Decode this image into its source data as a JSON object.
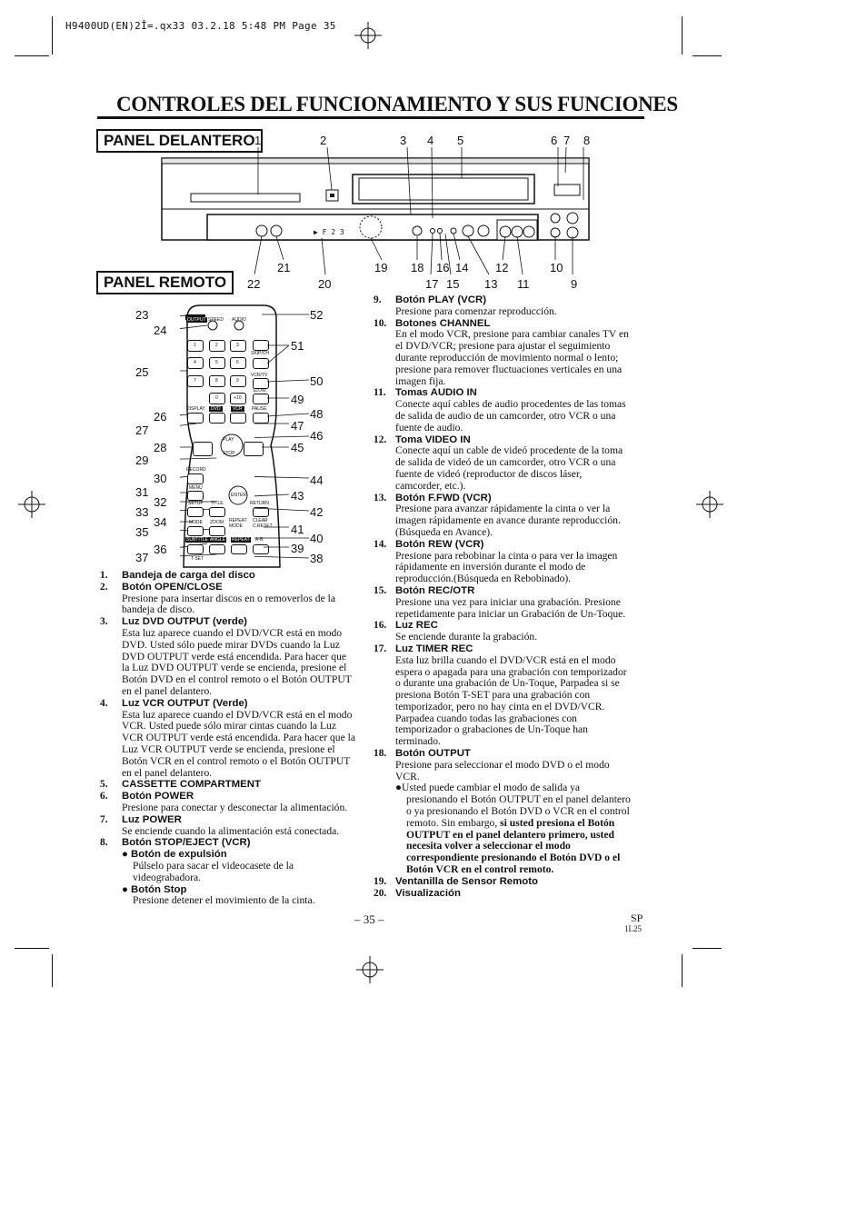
{
  "header": {
    "file_line": "H9400UD(EN)2Î=.qx33  03.2.18 5:48 PM  Page 35"
  },
  "title": "CONTROLES DEL FUNCIONAMIENTO Y SUS FUNCIONES",
  "sections": {
    "front": "PANEL DELANTERO",
    "remote": "PANEL REMOTO"
  },
  "front_callouts_top": [
    "1",
    "2",
    "3",
    "4",
    "5",
    "6",
    "7",
    "8"
  ],
  "front_callouts_bottom": [
    "22",
    "21",
    "20",
    "19",
    "18",
    "17",
    "16",
    "15",
    "14",
    "13",
    "12",
    "11",
    "10",
    "9"
  ],
  "remote_callouts_left": [
    "23",
    "24",
    "25",
    "26",
    "27",
    "28",
    "29",
    "30",
    "31",
    "32",
    "33",
    "34",
    "35",
    "36",
    "37"
  ],
  "remote_callouts_right": [
    "52",
    "51",
    "50",
    "49",
    "48",
    "47",
    "46",
    "45",
    "44",
    "43",
    "42",
    "41",
    "40",
    "39",
    "38"
  ],
  "remote_labels": {
    "output": "OUTPUT",
    "speed": "SPEED",
    "audio": "AUDIO",
    "skip": "SKIP/CH",
    "vcrtv": "VCR/TV",
    "slow": "SLOW",
    "plus10": "+10",
    "display": "DISPLAY",
    "dvd": "DVD",
    "vcr": "VCR",
    "pause": "PAUSE",
    "play": "PLAY",
    "stop": "STOP",
    "record": "RECORD",
    "menu": "MENU",
    "enter": "ENTER",
    "setup": "SETUP",
    "title": "TITLE",
    "return": "RETURN",
    "mode": "MODE",
    "zoom": "ZOOM",
    "repeat": "REPEAT MODE",
    "clear": "CLEAR C.RESET",
    "subtitle": "SUBTITLE",
    "angle": "ANGLE",
    "repeat2": "REPEAT",
    "ab": "A-B",
    "tset": "T-SET",
    "keys": [
      "1",
      "2",
      "3",
      "4",
      "5",
      "6",
      "7",
      "8",
      "9",
      "0"
    ]
  },
  "left_items": [
    {
      "n": "1.",
      "h": "Bandeja de carga del disco",
      "b": []
    },
    {
      "n": "2.",
      "h": "Botón OPEN/CLOSE",
      "b": [
        "Presione para insertar discos en o removerlos de la",
        "bandeja de disco."
      ]
    },
    {
      "n": "3.",
      "h": "Luz DVD OUTPUT (verde)",
      "b": [
        "Esta luz aparece cuando el DVD/VCR está en modo",
        "DVD. Usted sólo puede mirar DVDs cuando la Luz",
        "DVD OUTPUT verde está encendida. Para hacer que",
        "la Luz DVD OUTPUT verde se encienda, presione el",
        "Botón DVD en el control remoto o el Botón OUTPUT",
        "en el panel delantero."
      ]
    },
    {
      "n": "4.",
      "h": "Luz VCR OUTPUT (Verde)",
      "b": [
        "Esta luz aparece cuando el DVD/VCR está en el modo",
        "VCR. Usted puede sólo mirar cintas cuando la Luz",
        "VCR OUTPUT verde está encendida. Para hacer que la",
        "Luz VCR OUTPUT verde se encienda, presione el",
        "Botón VCR en el control remoto o el Botón OUTPUT",
        "en el panel delantero."
      ]
    },
    {
      "n": "5.",
      "h": "CASSETTE COMPARTMENT",
      "b": []
    },
    {
      "n": "6.",
      "h": "Botón POWER",
      "b": [
        "Presione para conectar y desconectar la alimentación."
      ]
    },
    {
      "n": "7.",
      "h": "Luz POWER",
      "b": [
        "Se enciende cuando la alimentación está conectada."
      ]
    },
    {
      "n": "8.",
      "h": "Botón STOP/EJECT (VCR)",
      "b": []
    }
  ],
  "item8_subs": [
    {
      "h": "● Botón de expulsión",
      "b": [
        "Púlselo para sacar el videocasete de la",
        "videograbadora."
      ]
    },
    {
      "h": "● Botón Stop",
      "b": [
        "Presione detener el movimiento de la cinta."
      ]
    }
  ],
  "right_items": [
    {
      "n": "9.",
      "h": "Botón PLAY (VCR)",
      "b": [
        "Presione para comenzar reproducción."
      ]
    },
    {
      "n": "10.",
      "h": "Botones CHANNEL",
      "b": [
        "En el modo VCR, presione para cambiar canales TV en",
        "el DVD/VCR; presione para ajustar el seguimiento",
        "durante reproducción de movimiento normal o lento;",
        "presione para remover fluctuaciones verticales en una",
        "imagen fija."
      ]
    },
    {
      "n": "11.",
      "h": "Tomas AUDIO IN",
      "b": [
        "Conecte aquí cables de audio procedentes de las tomas",
        "de salida de audio de un camcorder, otro VCR o una",
        "fuente de audio."
      ]
    },
    {
      "n": "12.",
      "h": "Toma VIDEO IN",
      "b": [
        "Conecte aquí un cable de videó procedente de la toma",
        "de salida de videó de un camcorder, otro VCR o una",
        "fuente de videó (reproductor de discos láser,",
        "camcorder, etc.)."
      ]
    },
    {
      "n": "13.",
      "h": "Botón F.FWD (VCR)",
      "b": [
        "Presione para avanzar rápidamente la cinta o ver la",
        "imagen rápidamente en avance durante reproducción.",
        "(Búsqueda en Avance)."
      ]
    },
    {
      "n": "14.",
      "h": "Botón REW (VCR)",
      "b": [
        "Presione para rebobinar la cinta o para ver la imagen",
        "rápidamente en inversión durante el modo de",
        "reproducción.(Búsqueda en Rebobinado)."
      ]
    },
    {
      "n": "15.",
      "h": "Botón REC/OTR",
      "b": [
        "Presione una vez para iniciar una grabación. Presione",
        "repetidamente para iniciar un Grabación de Un-Toque."
      ]
    },
    {
      "n": "16.",
      "h": "Luz REC",
      "b": [
        "Se enciende durante la grabación."
      ]
    },
    {
      "n": "17.",
      "h": "Luz TIMER REC",
      "b": [
        "Esta luz brilla cuando el DVD/VCR está en el modo",
        "espera o apagada para una grabación con temporizador",
        "o durante una grabación de Un-Toque, Parpadea si se",
        "presiona Botón T-SET para una grabación con",
        "temporizador, pero no hay cinta en el DVD/VCR.",
        "Parpadea cuando todas las grabaciones con",
        "temporizador o grabaciones de Un-Toque han",
        "terminado."
      ]
    },
    {
      "n": "18.",
      "h": "Botón OUTPUT",
      "b": [
        "Presione para seleccionar el modo DVD o el modo",
        "VCR."
      ]
    }
  ],
  "item18_note": {
    "plain": [
      "●Usted puede cambiar el modo de salida ya",
      "presionando el Botón OUTPUT en el panel delantero",
      "o ya presionando el Botón DVD o VCR en el control",
      "remoto. Sin embargo, "
    ],
    "bold": [
      "si usted presiona el Botón",
      "OUTPUT en el panel delantero primero, usted",
      "necesita volver a seleccionar el modo",
      "correspondiente presionando el Botón DVD o el",
      "Botón VCR en el control remoto."
    ]
  },
  "right_items_tail": [
    {
      "n": "19.",
      "h": "Ventanilla de Sensor Remoto"
    },
    {
      "n": "20.",
      "h": "Visualización"
    }
  ],
  "footer": {
    "page": "– 35 –",
    "lang": "SP",
    "code": "1L25"
  }
}
